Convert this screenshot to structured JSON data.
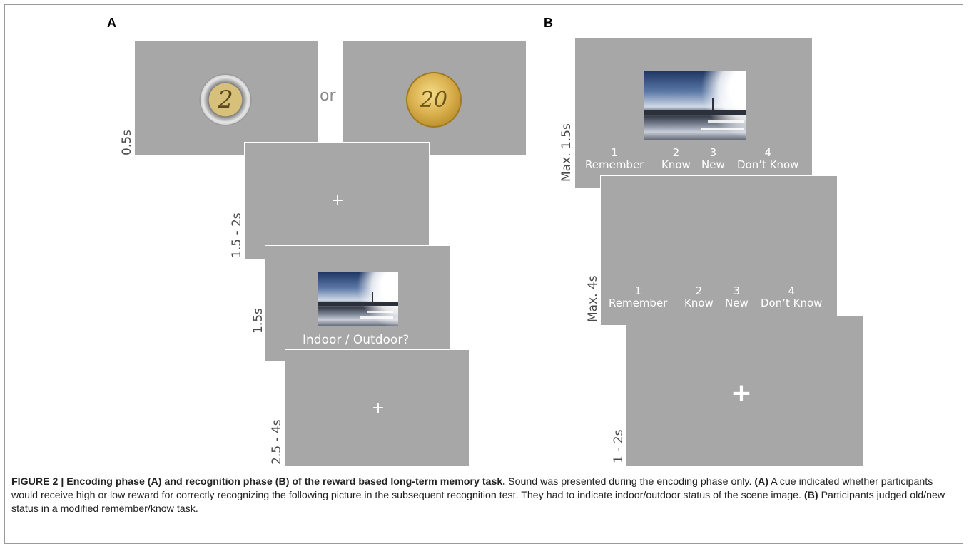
{
  "figure": {
    "panel_a_letter": "A",
    "panel_b_letter": "B",
    "panel_a": {
      "time_coin": "0.5s",
      "or_text": "or",
      "coin_2_label": "2",
      "coin_20_label": "20",
      "time_fixation1": "1.5 - 2s",
      "fixation1_symbol": "+",
      "time_picture": "1.5s",
      "question": "Indoor / Outdoor?",
      "time_fixation2": "2.5 - 4s",
      "fixation2_symbol": "+"
    },
    "panel_b": {
      "time_picture": "Max. 1.5s",
      "time_blank": "Max. 4s",
      "time_fixation": "1 - 2s",
      "fixation_symbol": "+",
      "ratings": [
        {
          "num": "1",
          "label": "Remember"
        },
        {
          "num": "2",
          "label": "Know"
        },
        {
          "num": "3",
          "label": "New"
        },
        {
          "num": "4",
          "label": "Don’t Know"
        }
      ]
    }
  },
  "caption": {
    "title": "FIGURE 2 | Encoding phase (A) and recognition phase (B) of the reward based long-term memory task.",
    "intro": " Sound was presented during the encoding phase only. ",
    "a_tag": "(A)",
    "a_text": " A cue indicated whether participants would receive high or low reward for correctly recognizing the following picture in the subsequent recognition test. They had to indicate indoor/outdoor status of the scene image. ",
    "b_tag": "(B)",
    "b_text": " Participants judged old/new status in a modified remember/know task."
  }
}
